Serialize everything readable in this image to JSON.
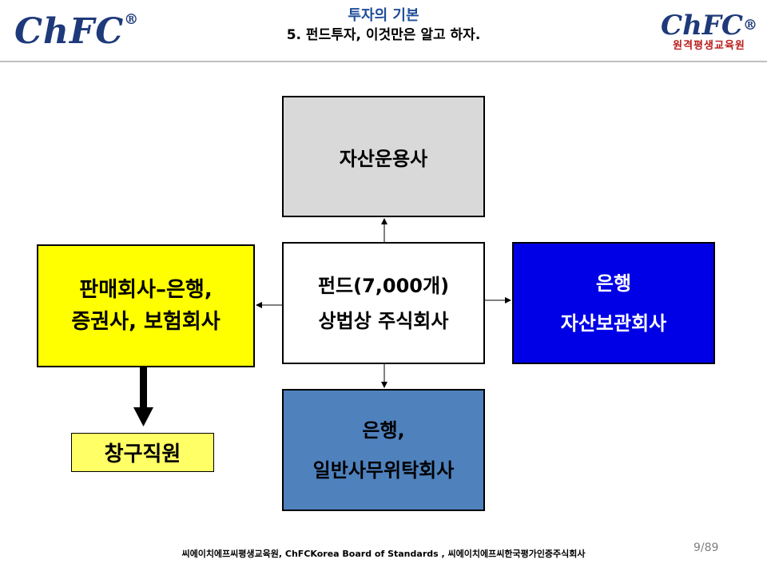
{
  "header": {
    "logo_left": "ChFC",
    "logo_right": "ChFC",
    "logo_right_sub": "원격평생교육원",
    "registered_mark": "®",
    "subtitle": "투자의 기본",
    "title": "5. 펀드투자, 이것만은 알고 하자."
  },
  "diagram": {
    "asset_manager": "자산운용사",
    "fund_line1": "펀드(7,000개)",
    "fund_line2": "상법상 주식회사",
    "sales_line1": "판매회사–은행,",
    "sales_line2": "증권사, 보험회사",
    "custody_line1": "은행",
    "custody_line2": "자산보관회사",
    "admin_line1": "은행,",
    "admin_line2": "일반사무위탁회사",
    "teller": "창구직원"
  },
  "footer": {
    "text": "씨에이치에프씨평생교육원,  ChFCKorea  Board  of  Standards  , 씨에이치에프씨한국평가인증주식회사",
    "page": "9/89"
  }
}
